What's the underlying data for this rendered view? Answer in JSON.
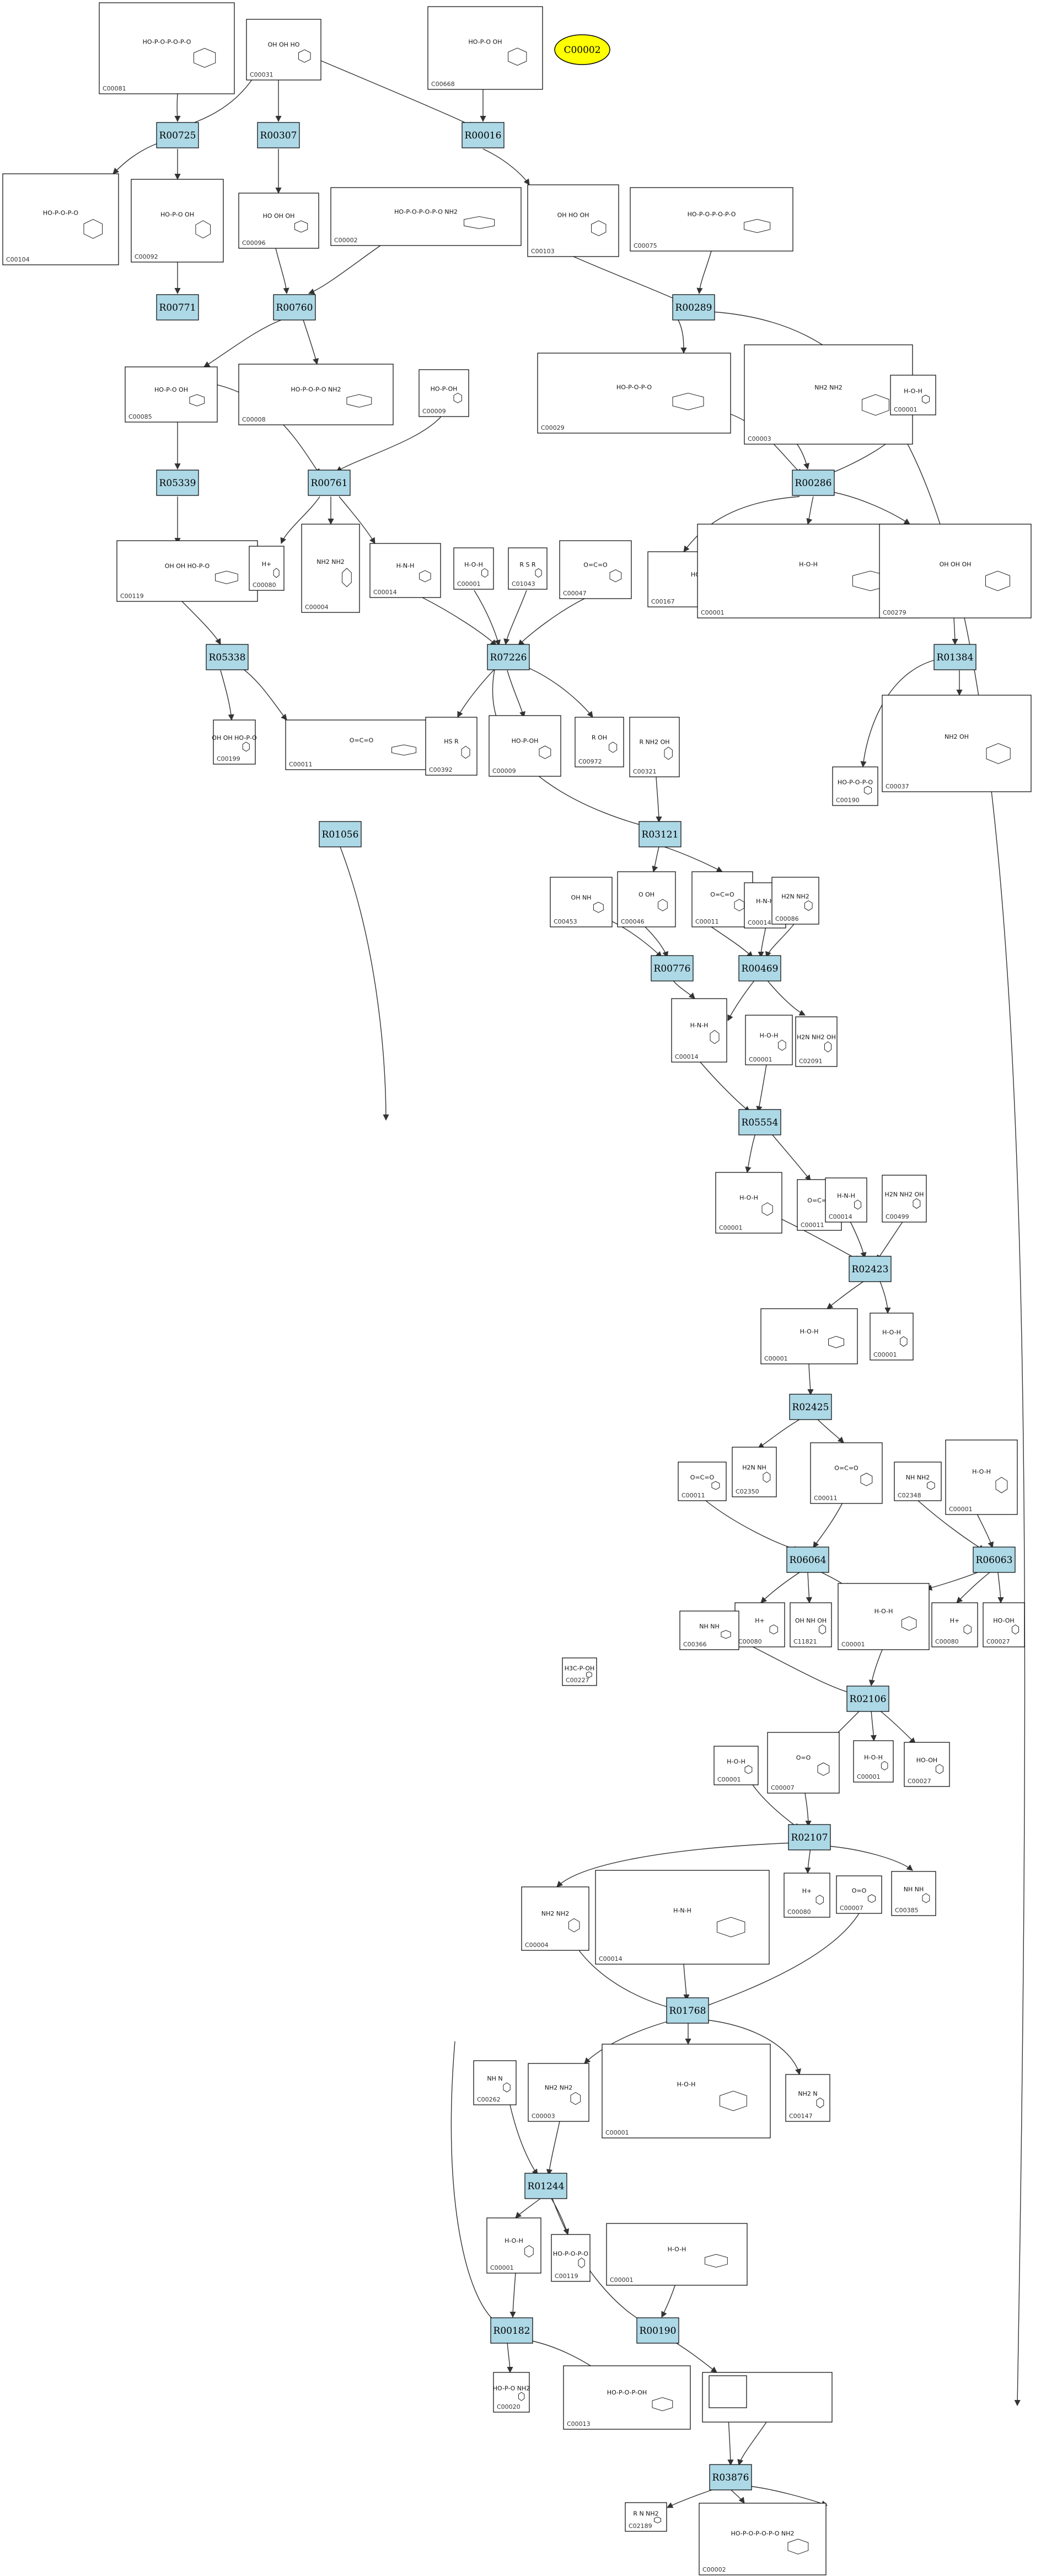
{
  "highlight": {
    "label": "C00002",
    "color": "#ffff00"
  },
  "colors": {
    "reaction_fill": "#add8e6",
    "edge": "#333333",
    "box": "#000000"
  },
  "reactions": [
    {
      "id": "R00725"
    },
    {
      "id": "R00307"
    },
    {
      "id": "R00016"
    },
    {
      "id": "R00771"
    },
    {
      "id": "R00760"
    },
    {
      "id": "R00289"
    },
    {
      "id": "R05339"
    },
    {
      "id": "R00761"
    },
    {
      "id": "R00286"
    },
    {
      "id": "R05338"
    },
    {
      "id": "R07226"
    },
    {
      "id": "R01384"
    },
    {
      "id": "R01056"
    },
    {
      "id": "R03121"
    },
    {
      "id": "R00776"
    },
    {
      "id": "R00469"
    },
    {
      "id": "R05554"
    },
    {
      "id": "R02423"
    },
    {
      "id": "R02425"
    },
    {
      "id": "R06064"
    },
    {
      "id": "R06063"
    },
    {
      "id": "R02106"
    },
    {
      "id": "R02107"
    },
    {
      "id": "R01768"
    },
    {
      "id": "R01244"
    },
    {
      "id": "R00182"
    },
    {
      "id": "R00190"
    },
    {
      "id": "R03876"
    }
  ],
  "compounds": [
    {
      "id": "C00081",
      "frag": "HO-P-O-P-O-P-O"
    },
    {
      "id": "C00031",
      "frag": "OH OH HO"
    },
    {
      "id": "C00668",
      "frag": "HO-P-O OH"
    },
    {
      "id": "C00104",
      "frag": "HO-P-O-P-O"
    },
    {
      "id": "C00092",
      "frag": "HO-P-O OH"
    },
    {
      "id": "C00096",
      "frag": "HO OH OH"
    },
    {
      "id": "C00002",
      "frag": "HO-P-O-P-O-P-O  NH2"
    },
    {
      "id": "C00103",
      "frag": "OH HO OH"
    },
    {
      "id": "C00075",
      "frag": "HO-P-O-P-O-P-O"
    },
    {
      "id": "C00085",
      "frag": "HO-P-O OH"
    },
    {
      "id": "C00008",
      "frag": "HO-P-O-P-O  NH2"
    },
    {
      "id": "C00009",
      "frag": "HO-P-OH"
    },
    {
      "id": "C00029",
      "frag": "HO-P-O-P-O"
    },
    {
      "id": "C00003",
      "frag": "NH2  NH2"
    },
    {
      "id": "C00001",
      "frag": "H-O-H"
    },
    {
      "id": "C00119",
      "frag": "OH OH HO-P-O"
    },
    {
      "id": "C00080",
      "frag": "H+"
    },
    {
      "id": "C00004",
      "frag": "NH2  NH2"
    },
    {
      "id": "C00167",
      "frag": "HO-P-O-P-O"
    },
    {
      "id": "C00001",
      "frag": "H-O-H"
    },
    {
      "id": "C00279",
      "frag": "OH OH OH"
    },
    {
      "id": "C00227",
      "frag": "H3C-P-OH"
    },
    {
      "id": "C00014",
      "frag": "H-N-H"
    },
    {
      "id": "C00001",
      "frag": "H-O-H"
    },
    {
      "id": "C01043",
      "frag": "R  S  R"
    },
    {
      "id": "C00047",
      "frag": "O=C=O"
    },
    {
      "id": "C00199",
      "frag": "OH OH HO-P-O"
    },
    {
      "id": "C00011",
      "frag": "O=C=O"
    },
    {
      "id": "C00190",
      "frag": "HO-P-O-P-O"
    },
    {
      "id": "C00037",
      "frag": "NH2 OH"
    },
    {
      "id": "C00392",
      "frag": "HS  R"
    },
    {
      "id": "C00009",
      "frag": "HO-P-OH"
    },
    {
      "id": "C00972",
      "frag": "R OH"
    },
    {
      "id": "C00321",
      "frag": "R NH2 OH"
    },
    {
      "id": "C00046",
      "frag": "O OH"
    },
    {
      "id": "C00011",
      "frag": "O=C=O"
    },
    {
      "id": "C00014",
      "frag": "H-N-H"
    },
    {
      "id": "C00086",
      "frag": "H2N NH2"
    },
    {
      "id": "C00453",
      "frag": "OH NH"
    },
    {
      "id": "C00014",
      "frag": "H-N-H"
    },
    {
      "id": "C00001",
      "frag": "H-O-H"
    },
    {
      "id": "C02091",
      "frag": "H2N NH2 OH"
    },
    {
      "id": "C00001",
      "frag": "H-O-H"
    },
    {
      "id": "C00011",
      "frag": "O=C=O"
    },
    {
      "id": "C00014",
      "frag": "H-N-H"
    },
    {
      "id": "C00499",
      "frag": "H2N NH2 OH"
    },
    {
      "id": "C00001",
      "frag": "H-O-H"
    },
    {
      "id": "C00001",
      "frag": "H-O-H"
    },
    {
      "id": "C02350",
      "frag": "H2N NH"
    },
    {
      "id": "C00011",
      "frag": "O=C=O"
    },
    {
      "id": "C00011",
      "frag": "O=C=O"
    },
    {
      "id": "C02348",
      "frag": "NH NH2"
    },
    {
      "id": "C00001",
      "frag": "H-O-H"
    },
    {
      "id": "C00080",
      "frag": "H+"
    },
    {
      "id": "C11821",
      "frag": "OH NH OH"
    },
    {
      "id": "C00001",
      "frag": "H-O-H"
    },
    {
      "id": "C00080",
      "frag": "H+"
    },
    {
      "id": "C00027",
      "frag": "HO-OH"
    },
    {
      "id": "C00366",
      "frag": "NH NH"
    },
    {
      "id": "C00007",
      "frag": "O=O"
    },
    {
      "id": "C00001",
      "frag": "H-O-H"
    },
    {
      "id": "C00027",
      "frag": "HO-OH"
    },
    {
      "id": "C00001",
      "frag": "H-O-H"
    },
    {
      "id": "C00080",
      "frag": "H+"
    },
    {
      "id": "C00007",
      "frag": "O=O"
    },
    {
      "id": "C00385",
      "frag": "NH NH"
    },
    {
      "id": "C00004",
      "frag": "NH2  NH2"
    },
    {
      "id": "C00014",
      "frag": "H-N-H"
    },
    {
      "id": "C00262",
      "frag": "NH N"
    },
    {
      "id": "C00003",
      "frag": "NH2  NH2"
    },
    {
      "id": "C00001",
      "frag": "H-O-H"
    },
    {
      "id": "C00147",
      "frag": "NH2 N"
    },
    {
      "id": "C00001",
      "frag": "H-O-H"
    },
    {
      "id": "C00119",
      "frag": "HO-P-O-P-O"
    },
    {
      "id": "C00001",
      "frag": "H-O-H"
    },
    {
      "id": "C00020",
      "frag": "HO-P-O  NH2"
    },
    {
      "id": "C00013",
      "frag": "HO-P-O-P-OH"
    },
    {
      "id": "",
      "frag": ""
    },
    {
      "id": "",
      "frag": ""
    },
    {
      "id": "C02189",
      "frag": "R N  NH2"
    },
    {
      "id": "C00002",
      "frag": "HO-P-O-P-O-P-O  NH2"
    }
  ]
}
